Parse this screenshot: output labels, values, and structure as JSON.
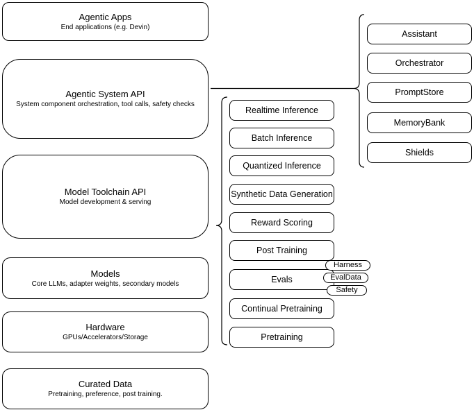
{
  "diagram": {
    "stack": [
      {
        "title": "Agentic Apps",
        "subtitle": "End applications (e.g. Devin)"
      },
      {
        "title": "Agentic System API",
        "subtitle": "System component orchestration, tool calls, safety checks"
      },
      {
        "title": "Model Toolchain API",
        "subtitle": "Model development & serving"
      },
      {
        "title": "Models",
        "subtitle": "Core LLMs, adapter weights, secondary models"
      },
      {
        "title": "Hardware",
        "subtitle": "GPUs/Accelerators/Storage"
      },
      {
        "title": "Curated Data",
        "subtitle": "Pretraining, preference, post training."
      }
    ],
    "toolchain_items": [
      "Realtime Inference",
      "Batch Inference",
      "Quantized Inference",
      "Synthetic Data Generation",
      "Reward Scoring",
      "Post Training",
      "Evals",
      "Continual Pretraining",
      "Pretraining"
    ],
    "eval_tags": [
      "Harness",
      "EvalData",
      "Safety"
    ],
    "system_components": [
      "Assistant",
      "Orchestrator",
      "PromptStore",
      "MemoryBank",
      "Shields"
    ],
    "colors": {
      "stroke": "#000000",
      "fill": "#ffffff",
      "background": "#ffffff"
    }
  }
}
